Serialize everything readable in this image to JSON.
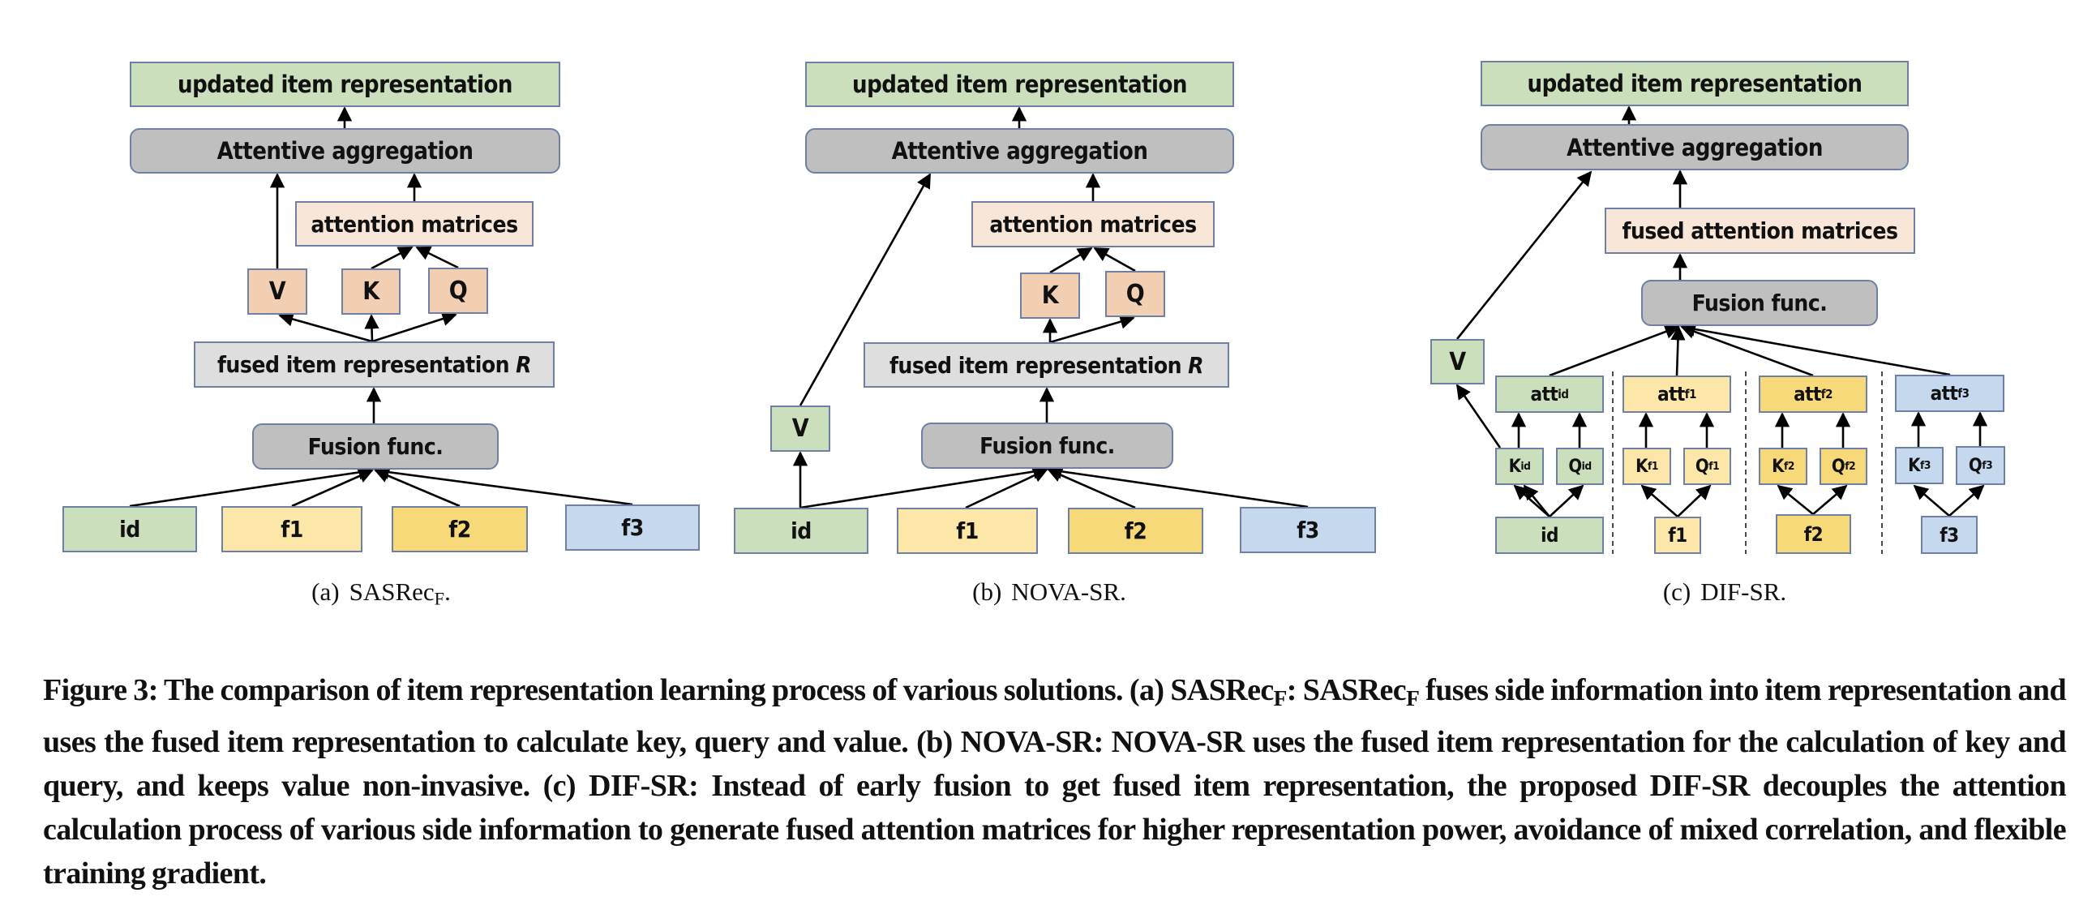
{
  "colors": {
    "green": "#CCDFBC",
    "grey": "#BFBFBF",
    "light_grey": "#DEDEDE",
    "peach": "#F2CFB3",
    "attention_peach": "#F8E6D9",
    "light_yellow": "#FCE6A8",
    "yellow": "#F8D979",
    "blue": "#C5D8EE",
    "border": "#6E80A6"
  },
  "panels": {
    "a": {
      "updated": "updated item representation",
      "attentive": "Attentive aggregation",
      "attention": "attention matrices",
      "v": "V",
      "k": "K",
      "q": "Q",
      "fused": "fused item representation",
      "fused_symbol": "R",
      "fusion": "Fusion func.",
      "inputs": [
        "id",
        "f1",
        "f2",
        "f3"
      ],
      "caption_label": "(a)",
      "caption_name": "SASRec",
      "caption_sub": "F",
      "caption_end": "."
    },
    "b": {
      "updated": "updated item representation",
      "attentive": "Attentive aggregation",
      "attention": "attention matrices",
      "v": "V",
      "k": "K",
      "q": "Q",
      "fused": "fused item representation",
      "fused_symbol": "R",
      "fusion": "Fusion func.",
      "inputs": [
        "id",
        "f1",
        "f2",
        "f3"
      ],
      "caption_label": "(b)",
      "caption_name": "NOVA-SR."
    },
    "c": {
      "updated": "updated item representation",
      "attentive": "Attentive aggregation",
      "fused_attention": "fused attention matrices",
      "fusion": "Fusion func.",
      "v": "V",
      "att": "att",
      "k": "K",
      "q": "Q",
      "streams": [
        "id",
        "f1",
        "f2",
        "f3"
      ],
      "caption_label": "(c)",
      "caption_name": "DIF-SR."
    }
  },
  "caption": {
    "figure_label": "Figure 3:",
    "intro": " The comparison of item representation learning process of various solutions. ",
    "a_label": "(a) SASRec",
    "a_sub": "F",
    "a_colon": ": SASRec",
    "a_sub2": "F",
    "a_text": " fuses side information into item representation and uses the fused item representation to calculate key, query and value. ",
    "b_text": "(b) NOVA-SR: NOVA-SR uses the fused item representation for the calculation of key and query, and keeps value non-invasive. ",
    "c_text": "(c) DIF-SR: Instead of early fusion to get fused item representation, the proposed DIF-SR decouples the attention calculation process of various side information to generate fused attention matrices for higher representation power, avoidance of mixed correlation, and flexible training gradient."
  }
}
